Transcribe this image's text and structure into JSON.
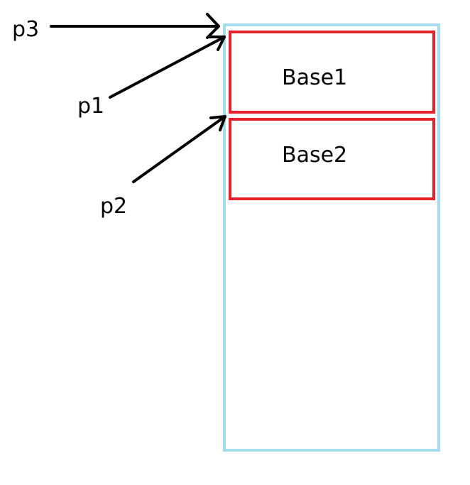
{
  "pointers": {
    "p3": "p3",
    "p1": "p1",
    "p2": "p2"
  },
  "boxes": {
    "base1": "Base1",
    "base2": "Base2"
  },
  "colors": {
    "outer_border": "#a6dceb",
    "base_border": "#e3222b",
    "arrow": "#000000",
    "text": "#000000",
    "background": "#ffffff"
  }
}
